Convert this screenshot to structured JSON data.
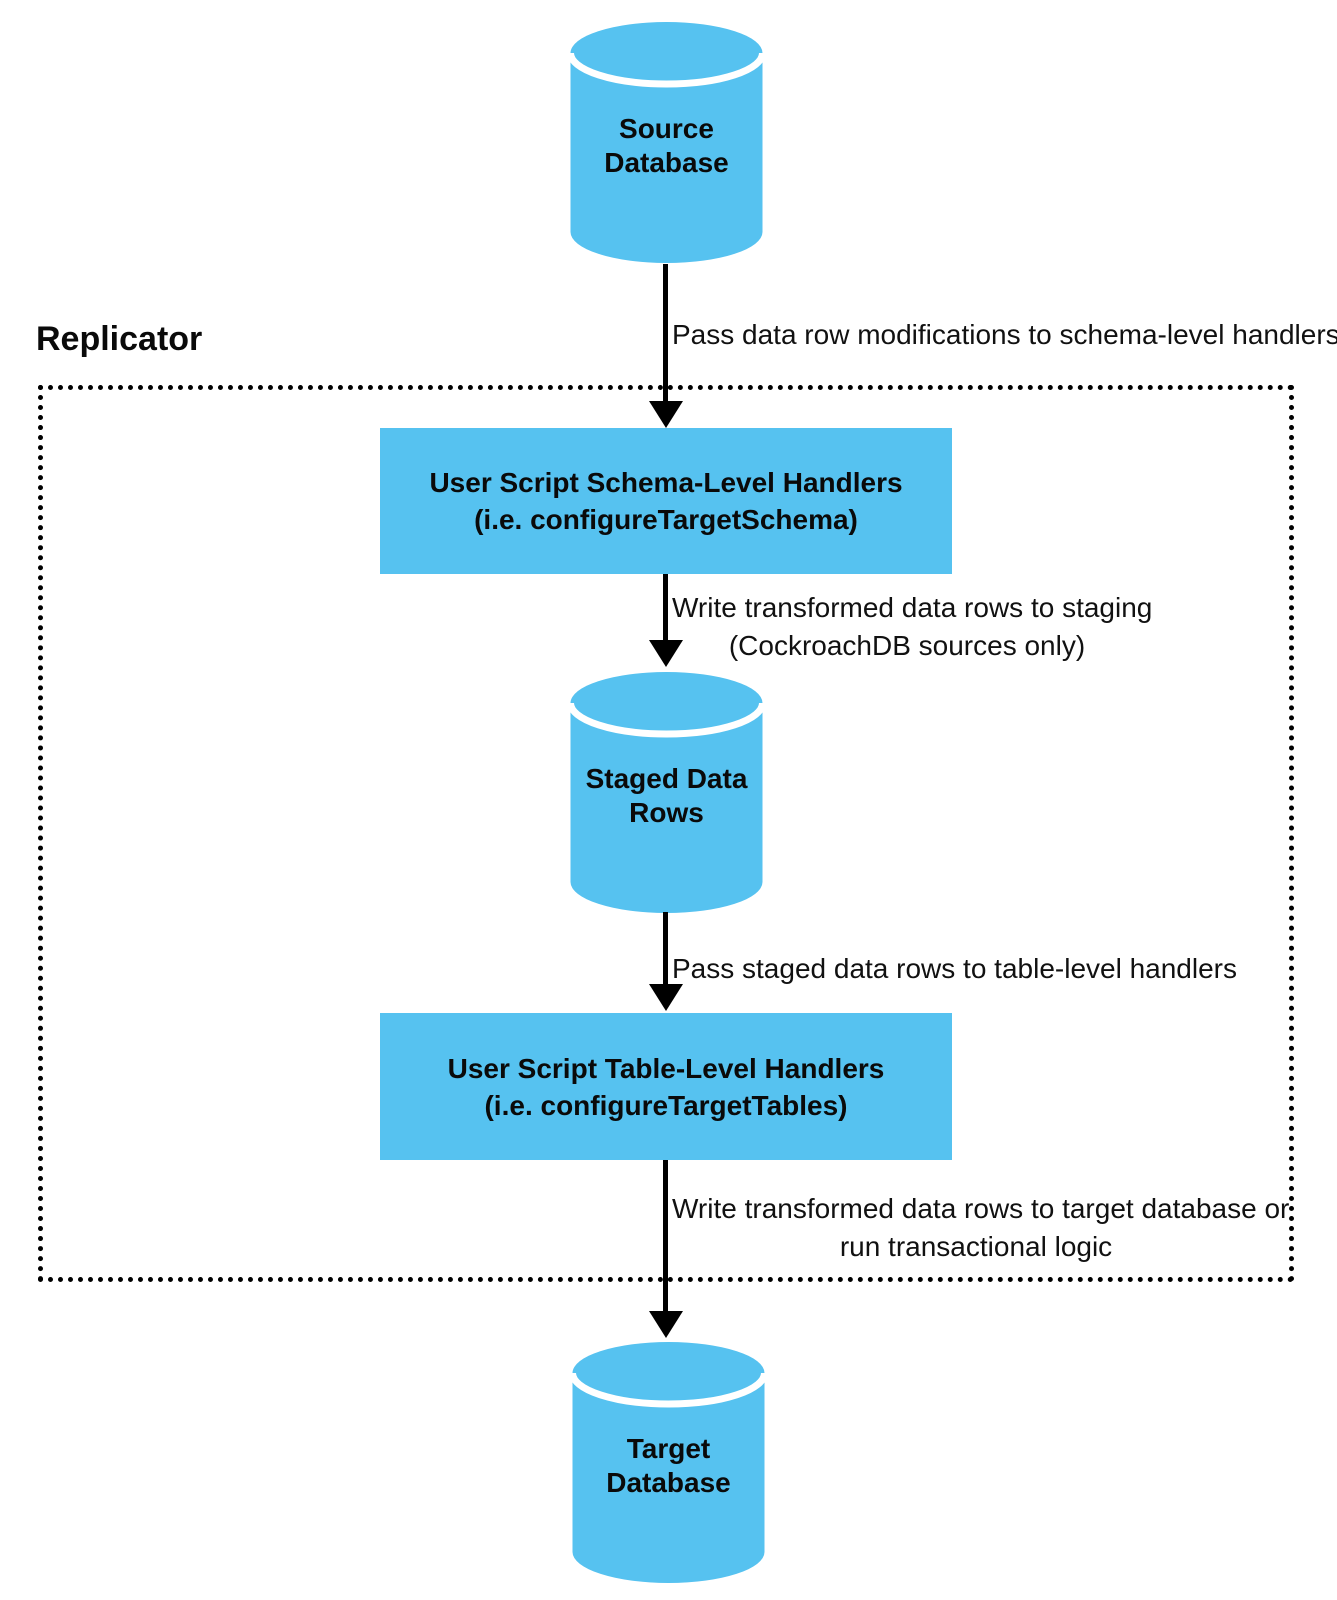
{
  "colors": {
    "node_fill": "#56C2F0",
    "divider": "#FFFFFF",
    "text": "#0A0A0A"
  },
  "replicator": {
    "label": "Replicator"
  },
  "nodes": {
    "source_db": {
      "line1": "Source",
      "line2": "Database"
    },
    "schema_handlers": {
      "line1": "User Script Schema-Level Handlers",
      "line2": "(i.e. configureTargetSchema)"
    },
    "staged_rows": {
      "line1": "Staged Data",
      "line2": "Rows"
    },
    "table_handlers": {
      "line1": "User Script Table-Level Handlers",
      "line2": "(i.e. configureTargetTables)"
    },
    "target_db": {
      "line1": "Target",
      "line2": "Database"
    }
  },
  "edges": {
    "source_to_schema": {
      "line1": "Pass data row modifications to schema-level handlers"
    },
    "schema_to_staged": {
      "line1": "Write transformed data rows to staging",
      "line2": "(CockroachDB sources only)"
    },
    "staged_to_table": {
      "line1": "Pass staged data rows to table-level handlers"
    },
    "table_to_target": {
      "line1": "Write transformed data rows to target database or",
      "line2": "run transactional logic"
    }
  }
}
